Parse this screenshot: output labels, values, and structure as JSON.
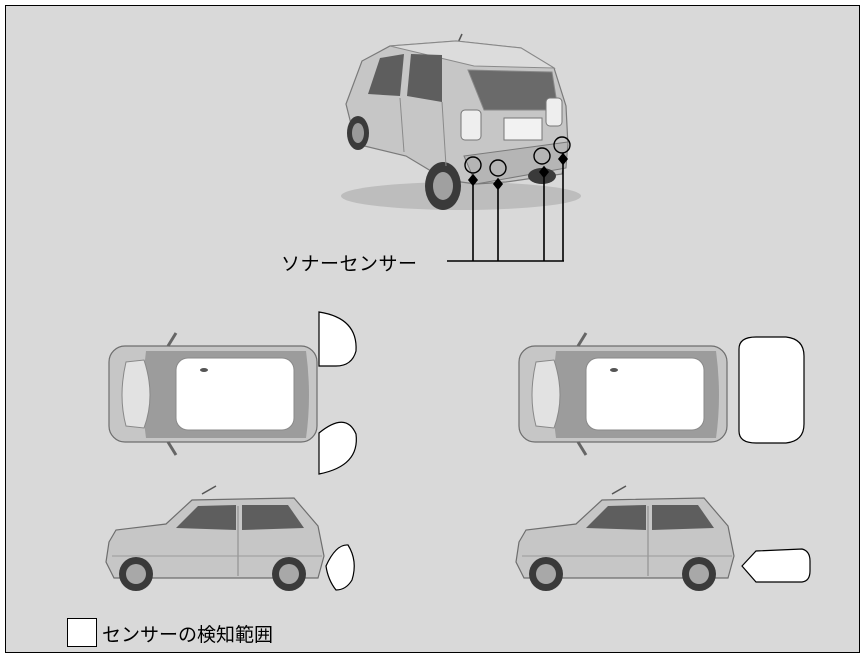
{
  "callout": {
    "sensor_label": "ソナーセンサー"
  },
  "legend": {
    "detection_range_label": "センサーの検知範囲",
    "swatch_color": "#ffffff"
  },
  "colors": {
    "background": "#d9d9d9",
    "car_body": "#c4c4c4",
    "car_dark": "#6e6e6e",
    "detection_zone": "#ffffff"
  },
  "icons": {
    "sensor_marker": "circle-outline",
    "leader_end": "diamond"
  }
}
